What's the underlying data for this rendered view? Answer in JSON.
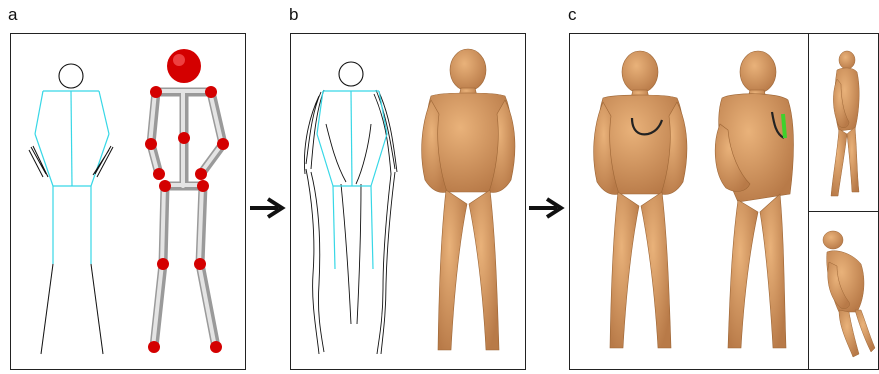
{
  "labels": {
    "a": "a",
    "b": "b",
    "c": "c"
  },
  "colors": {
    "skin": "#d89a62",
    "skin_shade": "#b87a48",
    "joint": "#d40000",
    "bone": "#cfcfcf",
    "stroke_cyan": "#37d7e6",
    "highlight_green": "#3fd12c"
  },
  "icons": {
    "arrow_ab": "right-arrow-icon",
    "arrow_bc": "right-arrow-icon"
  }
}
